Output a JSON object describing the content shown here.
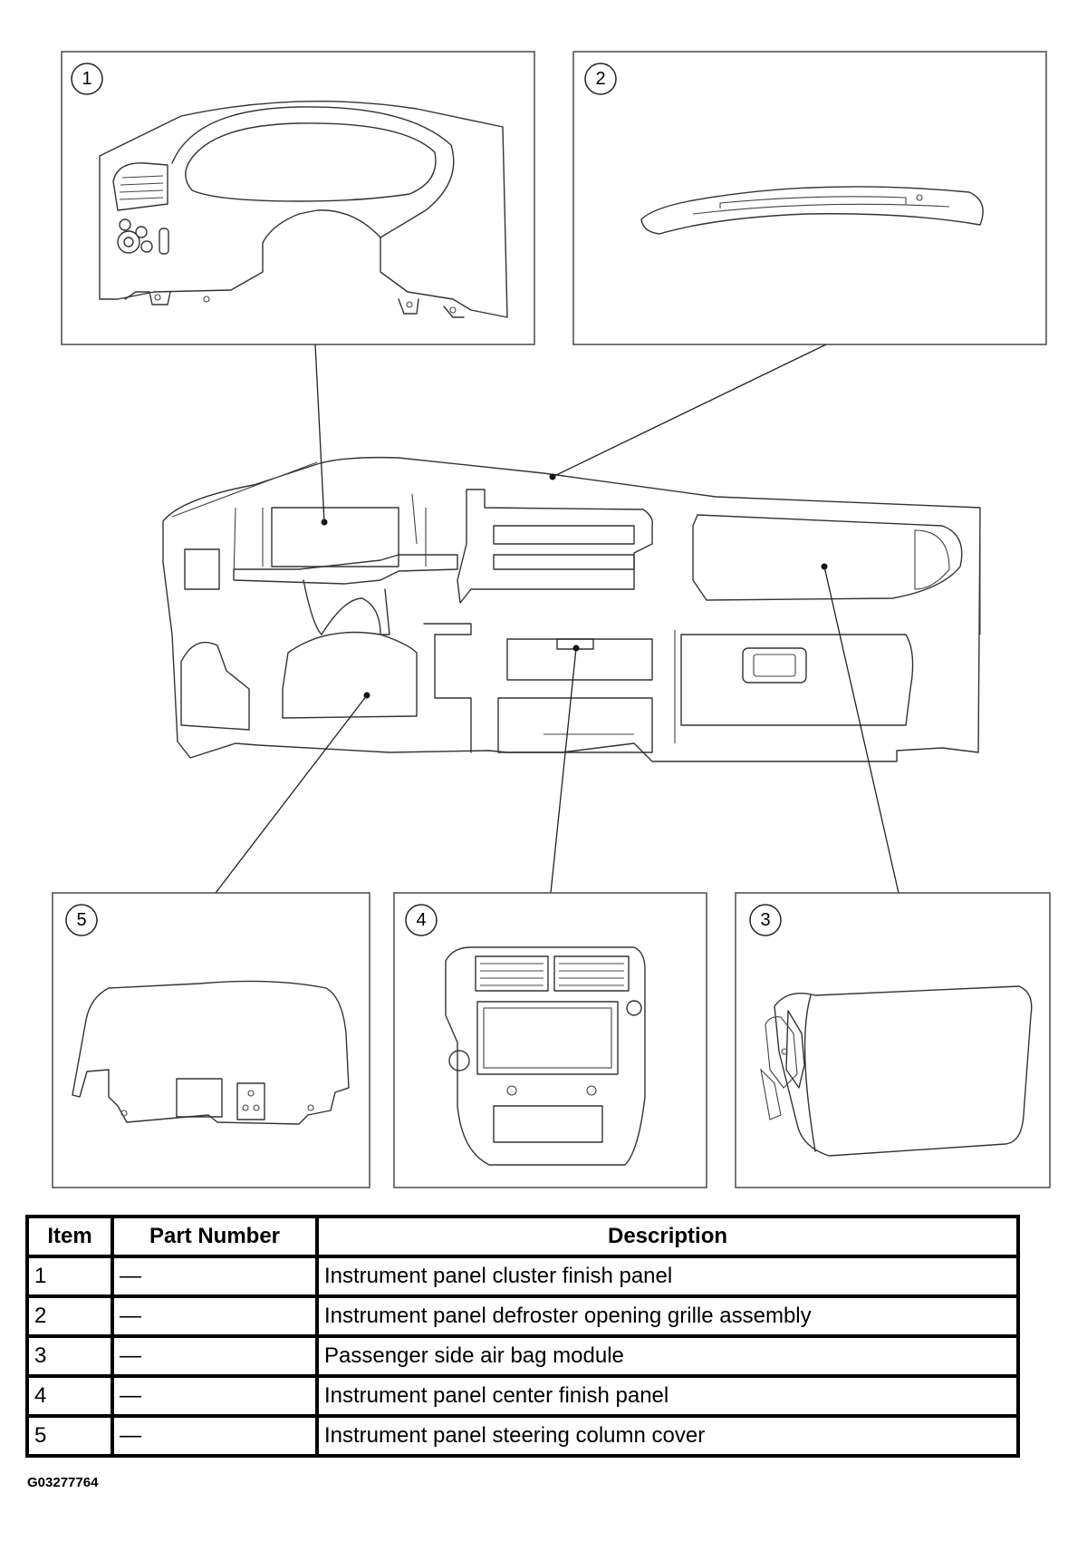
{
  "callouts": [
    "1",
    "2",
    "3",
    "4",
    "5"
  ],
  "table": {
    "headers": [
      "Item",
      "Part Number",
      "Description"
    ],
    "rows": [
      {
        "item": "1",
        "part_number": "—",
        "description": "Instrument panel cluster finish panel"
      },
      {
        "item": "2",
        "part_number": "—",
        "description": "Instrument panel defroster opening grille assembly"
      },
      {
        "item": "3",
        "part_number": "—",
        "description": "Passenger side air bag module"
      },
      {
        "item": "4",
        "part_number": "—",
        "description": "Instrument panel center finish panel"
      },
      {
        "item": "5",
        "part_number": "—",
        "description": "Instrument panel steering column cover"
      }
    ]
  },
  "figure_code": "G03277764"
}
